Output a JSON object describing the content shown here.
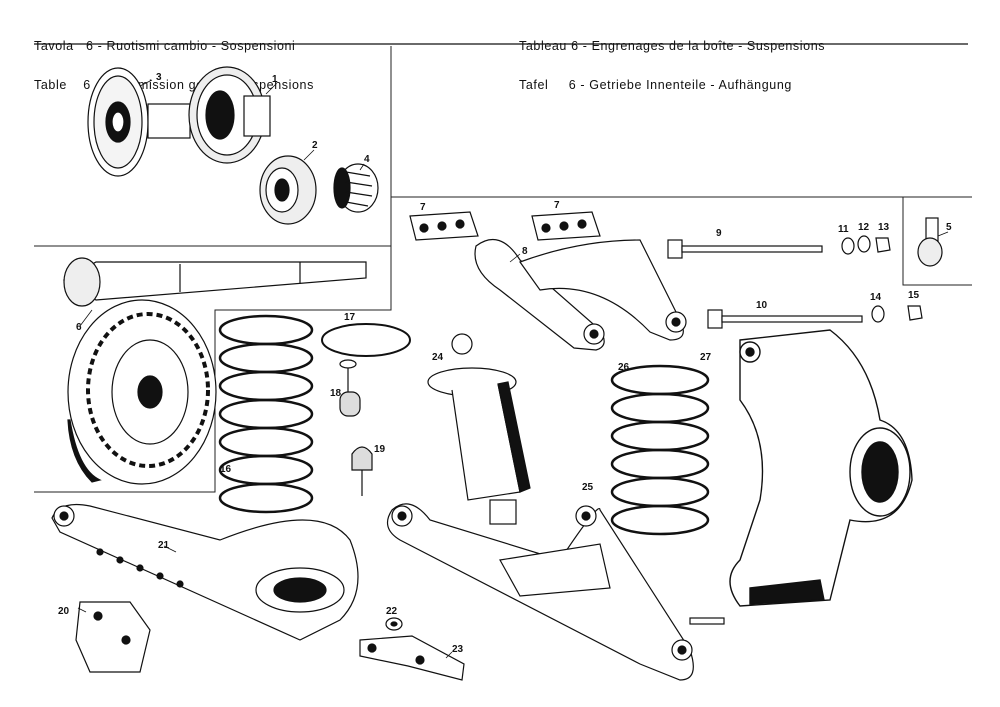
{
  "header": {
    "left": [
      {
        "lang": "Tavola",
        "num": "6",
        "text": "Ruotismi cambio - Sospensioni"
      },
      {
        "lang": "Table",
        "num": "6",
        "text": "Transmission gears - Suspensions"
      }
    ],
    "right": [
      {
        "lang": "Tableau",
        "num": "6",
        "text": "Engrenages de la boîte - Suspensions"
      },
      {
        "lang": "Tafel",
        "num": "6",
        "text": "Getriebe Innenteile - Aufhängung"
      }
    ]
  },
  "parts": [
    "1",
    "2",
    "3",
    "4",
    "5",
    "6",
    "7",
    "7",
    "8",
    "9",
    "10",
    "11",
    "12",
    "13",
    "14",
    "15",
    "16",
    "17",
    "18",
    "19",
    "20",
    "21",
    "22",
    "23",
    "24",
    "25",
    "26",
    "27"
  ]
}
